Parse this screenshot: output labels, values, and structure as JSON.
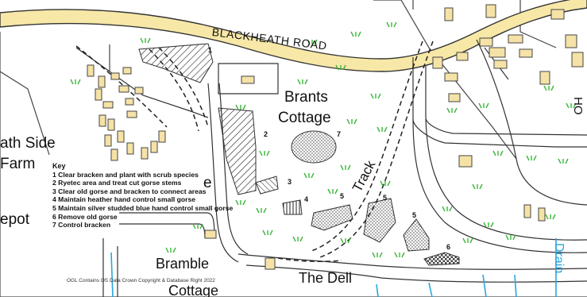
{
  "map": {
    "road_label": "BLACKHEATH ROAD",
    "place_labels": {
      "brants": "Brants",
      "cottage": "Cottage",
      "track": "Track",
      "bramble": "Bramble",
      "cottage2": "Cottage",
      "the_dell": "The Dell",
      "heath_side": "ath Side",
      "farm": "Farm",
      "depot": "epot",
      "drain": "Drain",
      "ho": "HO",
      "e_fragment": "e"
    },
    "area_numbers": [
      "1",
      "2",
      "3",
      "4",
      "5",
      "5",
      "5",
      "6",
      "7"
    ],
    "copyright": "OGL Contains OS Data Crown Copyright & Database Right 2022",
    "colors": {
      "road_fill": "#f7e8a8",
      "building_fill": "#f5e2a6",
      "grass_symbol": "#3cb83c",
      "water_line": "#2aa6dd",
      "outline": "#333333"
    }
  },
  "key": {
    "title": "Key",
    "items": [
      "1 Clear bracken and plant with scrub species",
      "2 Ryetec area and treat cut gorse stems",
      "3 Clear old gorse and bracken to connect areas",
      "4 Maintain heather hand control small gorse",
      "5 Maintain silver studded blue hand control small gorse",
      "6 Remove old gorse",
      "7 Control bracken"
    ]
  }
}
